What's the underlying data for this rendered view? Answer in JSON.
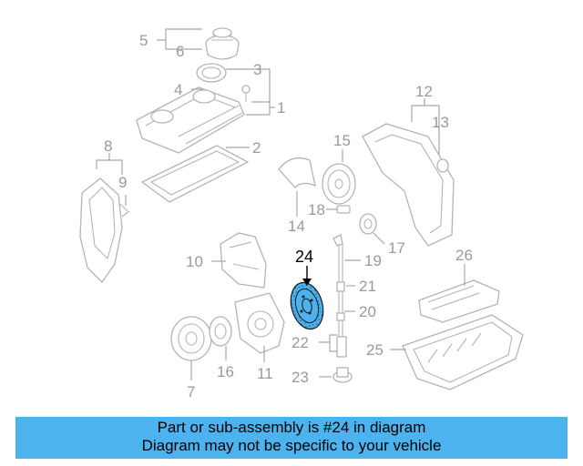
{
  "diagram": {
    "callouts": {
      "c1": "1",
      "c2": "2",
      "c3": "3",
      "c4": "4",
      "c5": "5",
      "c6": "6",
      "c7": "7",
      "c8": "8",
      "c9": "9",
      "c10": "10",
      "c11": "11",
      "c12": "12",
      "c13": "13",
      "c14": "14",
      "c15": "15",
      "c16": "16",
      "c17": "17",
      "c18": "18",
      "c19": "19",
      "c20": "20",
      "c21": "21",
      "c22": "22",
      "c23": "23",
      "c24": "24",
      "c25": "25",
      "c26": "26"
    },
    "highlighted_part": "24",
    "highlight_color": "#4db3ef",
    "line_color": "#b4b4b4"
  },
  "banner": {
    "line1": "Part or sub-assembly is #24 in diagram",
    "line2": "Diagram may not be specific to your vehicle",
    "background": "#4db3ef"
  }
}
